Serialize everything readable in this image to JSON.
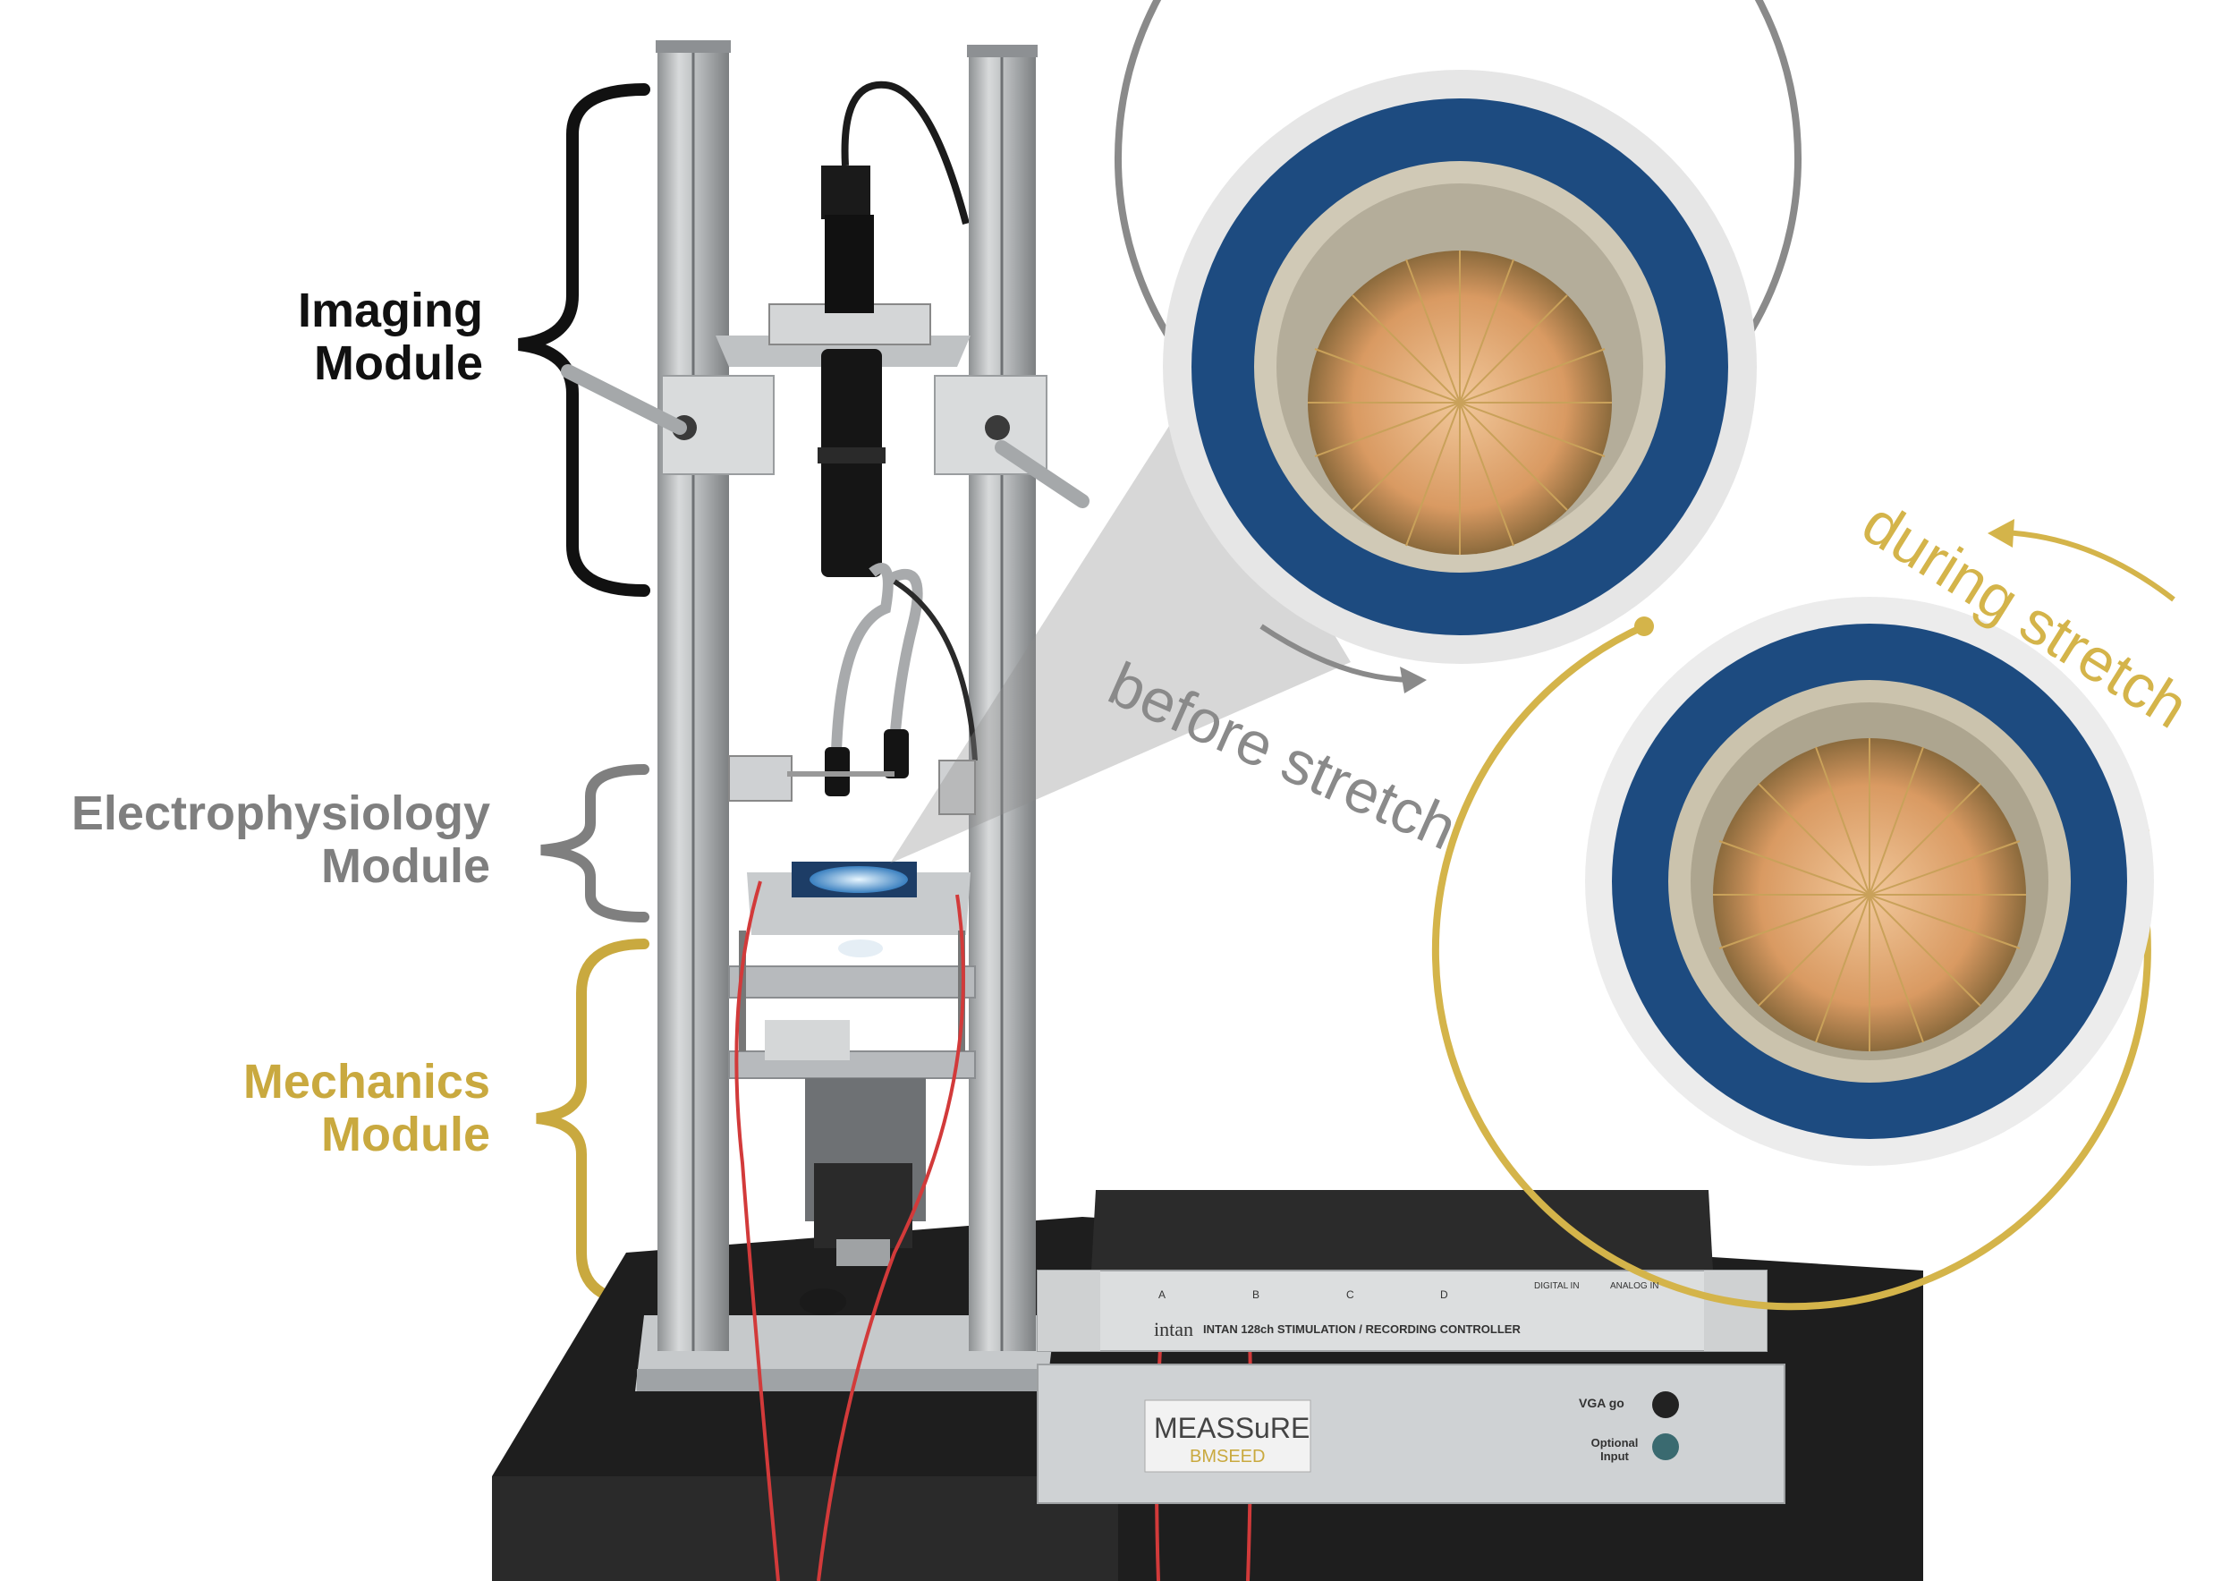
{
  "labels": {
    "imaging": [
      "Imaging",
      "Module"
    ],
    "electrophysiology": [
      "Electrophysiology",
      "Module"
    ],
    "mechanics": [
      "Mechanics",
      "Module"
    ]
  },
  "insets": {
    "before": "before stretch",
    "during": "during stretch"
  },
  "devices": {
    "intan_brand": "intan",
    "intan_panel": "INTAN 128ch STIMULATION / RECORDING CONTROLLER",
    "intan_ports": [
      "A",
      "B",
      "C",
      "D"
    ],
    "intan_digital": "DIGITAL IN",
    "intan_analog": "ANALOG IN",
    "meassure_brand": "MEASSuRE",
    "meassure_sub": "BMSEED",
    "vga": "VGA go",
    "optional_input": "Optional Input"
  },
  "colors": {
    "imaging": "#111111",
    "electrophysiology": "#808080",
    "mechanics": "#c9a93f",
    "before_arc": "#808080",
    "during_arc": "#d4b44a",
    "pcb_blue": "#1d4b80"
  }
}
